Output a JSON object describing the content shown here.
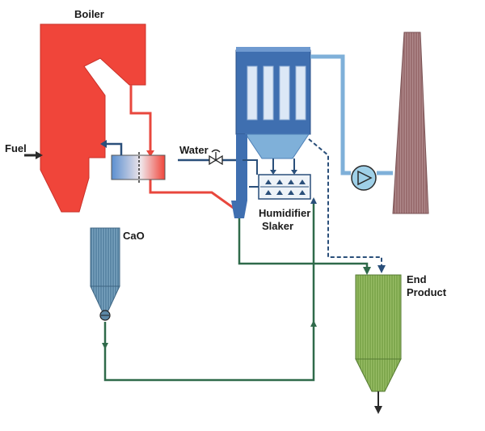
{
  "labels": {
    "boiler": "Boiler",
    "fuel": "Fuel",
    "water": "Water",
    "humidifier": "Humidifier",
    "slaker": "Slaker",
    "cao": "CaO",
    "end": "End",
    "product": "Product"
  },
  "colors": {
    "boiler": "#f0453a",
    "hot_line": "#e8473d",
    "baghouse": "#3f6fb0",
    "bag_light": "#dce8f6",
    "duct": "#7fb0d9",
    "line_green": "#2f6a4a",
    "line_blue": "#2a4f7a",
    "silo_cao": "#5b87a6",
    "silo_end": "#7fa84e",
    "stack": "#9a6e70",
    "fan": "#9fd0e8"
  },
  "icons": {
    "fan": "fan-icon",
    "valve": "valve-icon",
    "rotary_feeder": "rotary-feeder-icon"
  }
}
